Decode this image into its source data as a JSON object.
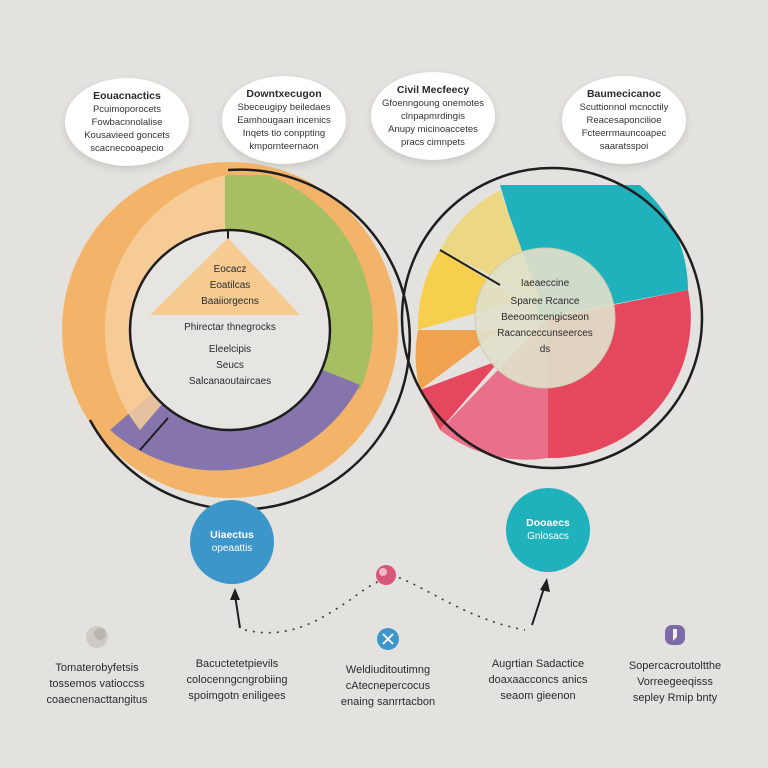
{
  "colors": {
    "background": "#e4e2de",
    "orange": "#f3b46a",
    "peach": "#f6cf9c",
    "green": "#a6bf63",
    "purple": "#8674ad",
    "teal": "#1fb2bd",
    "red": "#e5475f",
    "pink": "#ea6f8b",
    "yellow": "#f6cf4e",
    "blue": "#3d96c9"
  },
  "bubbles": [
    {
      "title": "Eouacnactics",
      "lines": [
        "Pcuimoporocets",
        "Fowbacnnolalise",
        "Kousavieed goncets",
        "scacnecooapecio"
      ]
    },
    {
      "title": "Downtxecugon",
      "lines": [
        "Sbeceugipy beiledaes",
        "Eamhougaan incenics",
        "Inqets tio conppting",
        "kmpornteernaon"
      ]
    },
    {
      "title": "Civil Mecfeecy",
      "lines": [
        "Gfoenngoung onemotes",
        "clnpapmrdingis",
        "Anupy micinoaccetes",
        "pracs cimnpets"
      ]
    },
    {
      "title": "Baumecicanoc",
      "lines": [
        "Scuttionnol mcncctily",
        "Reacesaponcilioe",
        "Fcteerrmauncoapec",
        "saaratsspoi"
      ]
    }
  ],
  "left_ring": {
    "triangle_lines": [
      "Eocacz",
      "Eoatilcas",
      "Baaiiorgecns"
    ],
    "center_lines": [
      "Phirectar thnegrocks",
      "Eleelcipis",
      "Seucs",
      "Salcanaoutaircaes"
    ]
  },
  "right_ring": {
    "center_lines": [
      "Iaeaeccine",
      "Sparee Rcance",
      "Beeoomcengicseon",
      "Racanceccunseerces",
      "ds"
    ]
  },
  "circle_left": {
    "title": "Uiaectus",
    "sub": "opeaattis"
  },
  "circle_right": {
    "title": "Dooaecs",
    "sub": "Gnlosacs"
  },
  "columns": [
    {
      "icon": "speech-cloud-icon",
      "lines": [
        "Tomaterobyfetsis",
        "tossemos vatioccss",
        "coaecnenacttangitus"
      ]
    },
    {
      "icon": "none",
      "lines": [
        "Bacuctetetpievils",
        "colocenngcngrobiing",
        "spoimgotn eniligees"
      ]
    },
    {
      "icon": "dna-icon",
      "lines": [
        "Weldiuditoutimng",
        "cAtecnepercocus",
        "enaing sanrrtacbon"
      ]
    },
    {
      "icon": "none",
      "lines": [
        "Augrtian Sadactice",
        "doaxaacconcs anics",
        "seaom gieenon"
      ]
    },
    {
      "icon": "bookmark-icon",
      "lines": [
        "Sopercacroutoltthe",
        "Vorreegeeqisss",
        "sepley Rmip bnty"
      ]
    }
  ]
}
